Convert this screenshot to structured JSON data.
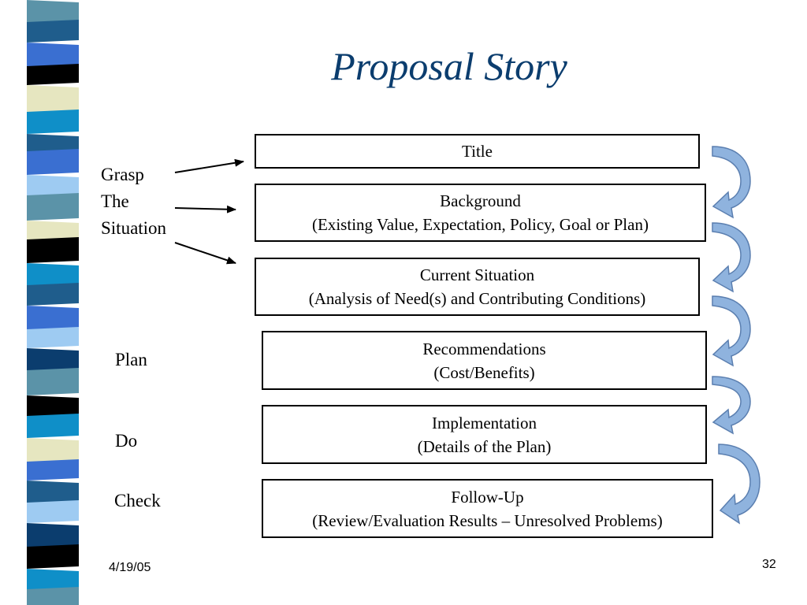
{
  "slide": {
    "title": "Proposal Story",
    "footer_date": "4/19/05",
    "page_number": "32"
  },
  "labels": {
    "grasp": "Grasp",
    "the": "The",
    "situation": "Situation",
    "plan": "Plan",
    "do": "Do",
    "check": "Check"
  },
  "boxes": [
    {
      "line1": "Title",
      "line2": ""
    },
    {
      "line1": "Background",
      "line2": "(Existing Value, Expectation, Policy, Goal or Plan)"
    },
    {
      "line1": "Current Situation",
      "line2": "(Analysis of Need(s) and Contributing Conditions)"
    },
    {
      "line1": "Recommendations",
      "line2": "(Cost/Benefits)"
    },
    {
      "line1": "Implementation",
      "line2": "(Details of the Plan)"
    },
    {
      "line1": "Follow-Up",
      "line2": "(Review/Evaluation Results – Unresolved Problems)"
    }
  ],
  "colors": {
    "title": "#0b3d6e",
    "stripes": [
      "#5b93a8",
      "#1f5d8c",
      "#3a6fd1",
      "#000000",
      "#e6e6c0",
      "#0f8fc8",
      "#9ecbf2",
      "#0b3d6e"
    ],
    "curved_arrow": "#6f9ccf"
  }
}
